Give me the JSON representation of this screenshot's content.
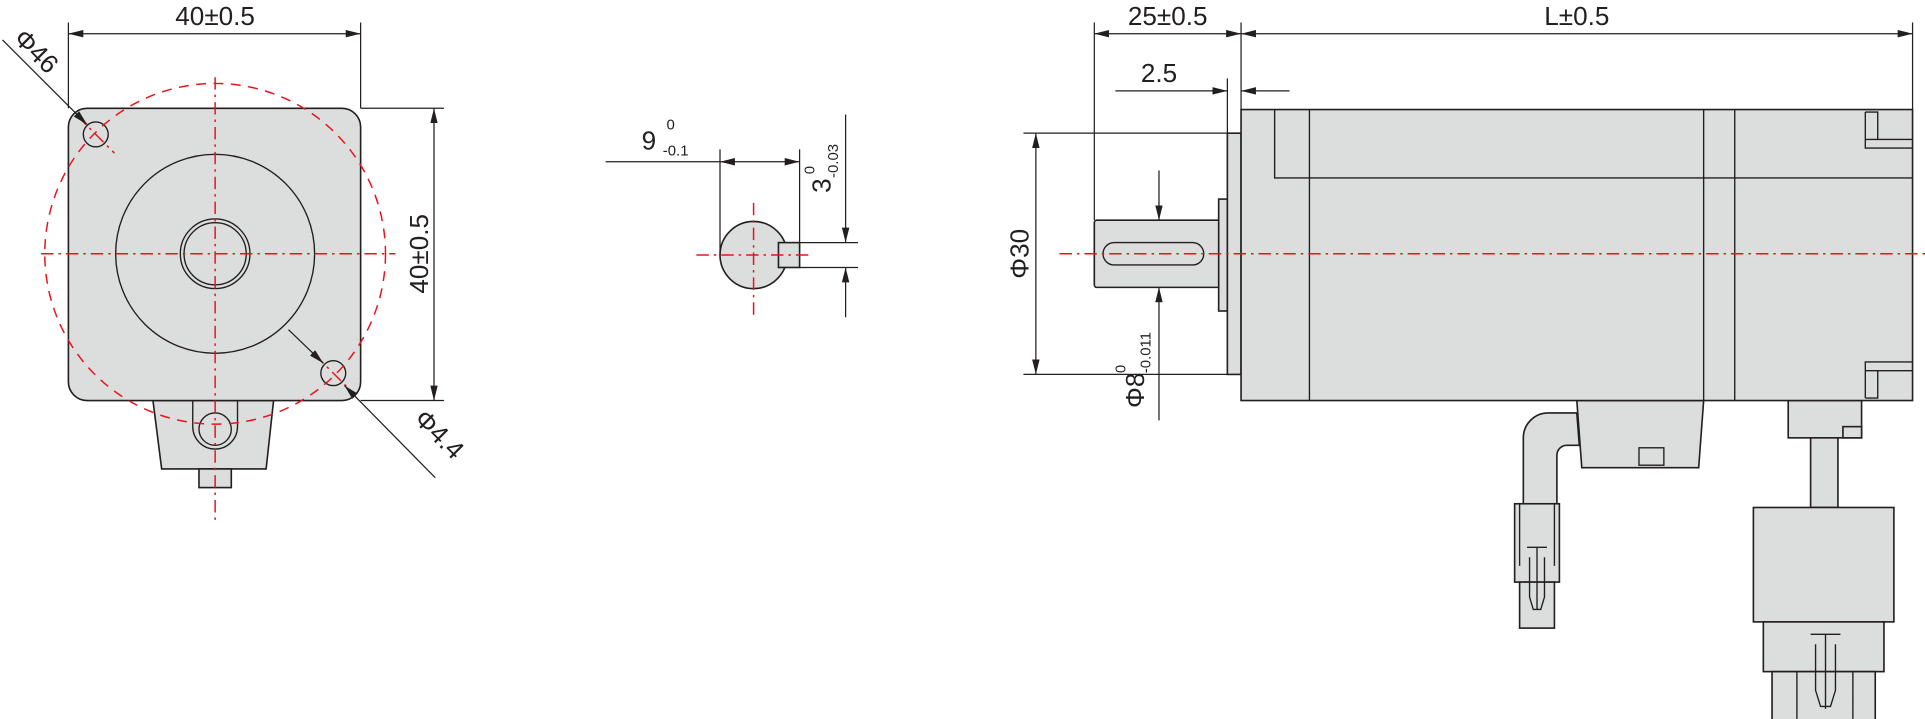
{
  "colors": {
    "body_fill": "#dcdddd",
    "centerline": "#e8141c",
    "line": "#231f20"
  },
  "front_view": {
    "width_dim": "40±0.5",
    "height_dim": "40±0.5",
    "bolt_circle": "Φ46",
    "hole_dia": "Φ4.4"
  },
  "key_section": {
    "key_depth": "9",
    "key_depth_upper": "0",
    "key_depth_lower": "-0.1",
    "key_width": "3",
    "key_width_upper": "0",
    "key_width_lower": "-0.03"
  },
  "side_view": {
    "shaft_length": "25±0.5",
    "body_length": "L±0.5",
    "flange": "2.5",
    "pilot_dia": "Φ30",
    "shaft_dia": "Φ8",
    "shaft_dia_upper": "0",
    "shaft_dia_lower": "-0.011"
  }
}
